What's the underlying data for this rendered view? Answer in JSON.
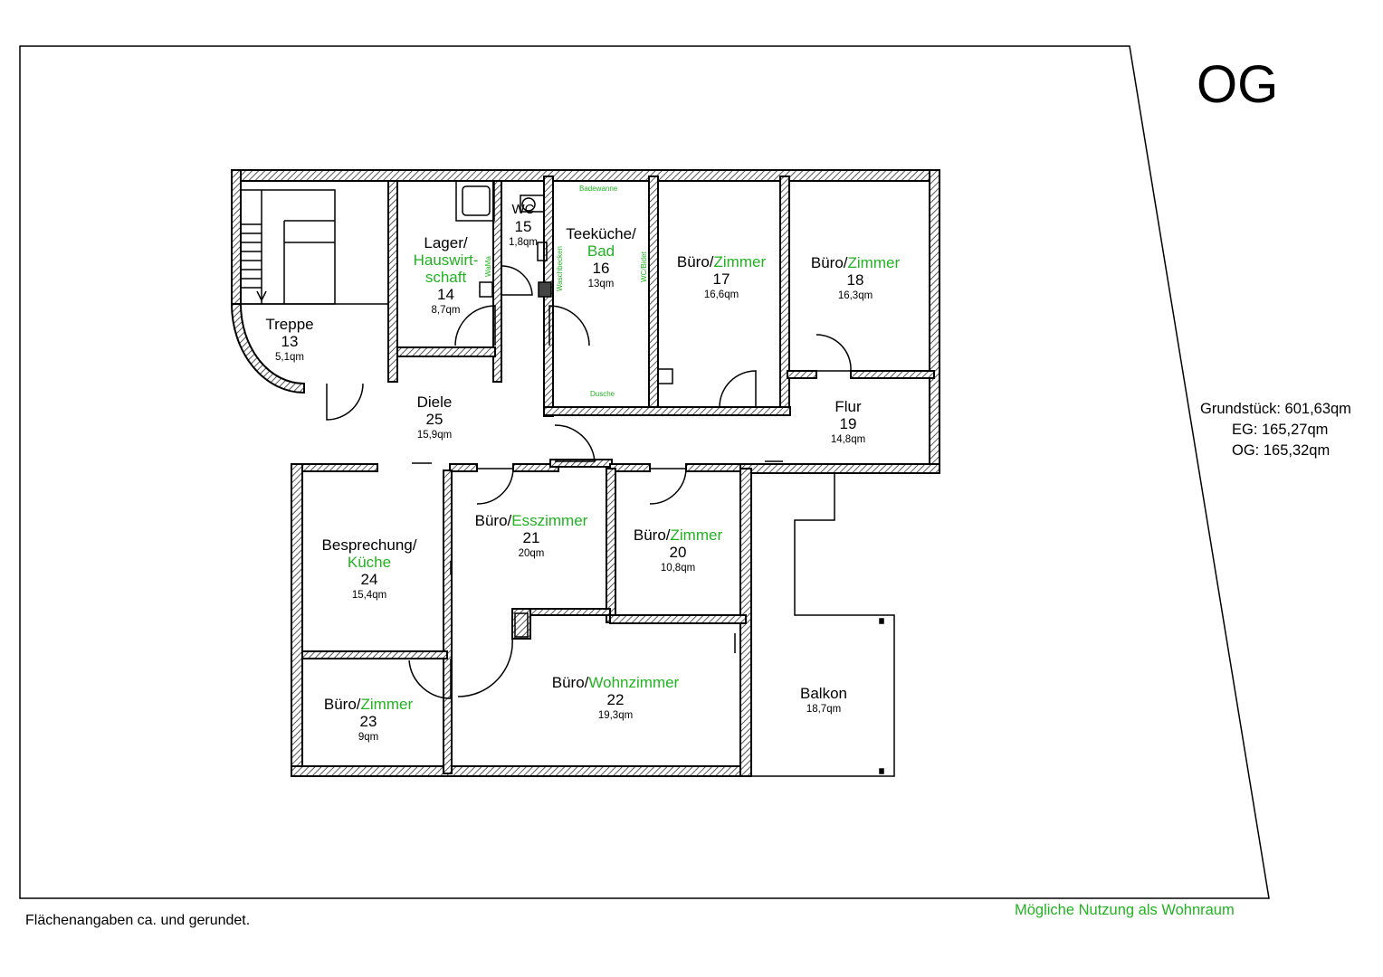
{
  "floor_label": "OG",
  "site_info": {
    "grundstueck": "Grundstück: 601,63qm",
    "eg": "EG: 165,27qm",
    "og": "OG: 165,32qm"
  },
  "footer": {
    "note": "Flächenangaben ca. und gerundet.",
    "legend": "Mögliche Nutzung als Wohnraum"
  },
  "colors": {
    "wall": "#000000",
    "highlight": "#22b222",
    "hatch": "#555555"
  },
  "rooms": {
    "r13": {
      "name": "Treppe",
      "number": "13",
      "area": "5,1qm"
    },
    "r14": {
      "name1": "Lager/",
      "name2": "Hauswirt-",
      "name3": "schaft",
      "number": "14",
      "area": "8,7qm"
    },
    "r15": {
      "name": "WC",
      "number": "15",
      "area": "1,8qm"
    },
    "r16": {
      "name1": "Teeküche/",
      "name2": "Bad",
      "number": "16",
      "area": "13qm"
    },
    "r17": {
      "prefix": "Büro/",
      "alt": "Zimmer",
      "number": "17",
      "area": "16,6qm"
    },
    "r18": {
      "prefix": "Büro/",
      "alt": "Zimmer",
      "number": "18",
      "area": "16,3qm"
    },
    "r19": {
      "name": "Flur",
      "number": "19",
      "area": "14,8qm"
    },
    "r20": {
      "prefix": "Büro/",
      "alt": "Zimmer",
      "number": "20",
      "area": "10,8qm"
    },
    "r21": {
      "prefix": "Büro/",
      "alt": "Esszimmer",
      "number": "21",
      "area": "20qm"
    },
    "r22": {
      "prefix": "Büro/",
      "alt": "Wohnzimmer",
      "number": "22",
      "area": "19,3qm"
    },
    "r23": {
      "prefix": "Büro/",
      "alt": "Zimmer",
      "number": "23",
      "area": "9qm"
    },
    "r24": {
      "name1": "Besprechung/",
      "name2": "Küche",
      "number": "24",
      "area": "15,4qm"
    },
    "r25": {
      "name": "Diele",
      "number": "25",
      "area": "15,9qm"
    },
    "balkon": {
      "name": "Balkon",
      "area": "18,7qm"
    }
  },
  "fixtures": {
    "badewanne": "Badewanne",
    "dusche": "Dusche",
    "waschbecken": "Waschbecken",
    "wcbidet": "WC/Bidet",
    "wama": "WaMa"
  }
}
